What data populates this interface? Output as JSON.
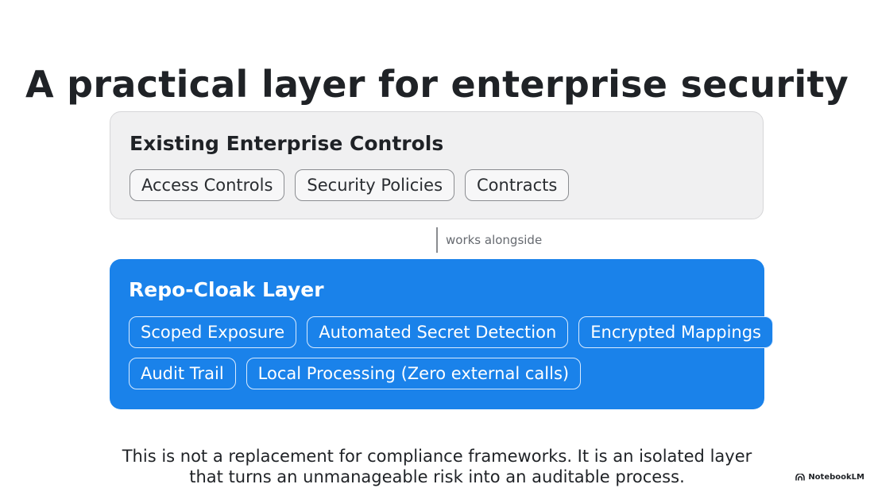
{
  "title": "A practical layer for enterprise security",
  "existing_controls": {
    "heading": "Existing Enterprise Controls",
    "items": [
      "Access Controls",
      "Security Policies",
      "Contracts"
    ]
  },
  "connector": {
    "label": "works alongside"
  },
  "repo_cloak": {
    "heading": "Repo-Cloak Layer",
    "items": [
      "Scoped Exposure",
      "Automated Secret Detection",
      "Encrypted Mappings",
      "Audit Trail",
      "Local Processing (Zero external calls)"
    ]
  },
  "caption": {
    "line1": "This is not a replacement for compliance frameworks. It is an isolated layer",
    "line2": "that turns an unmanageable risk into an auditable process."
  },
  "brand": {
    "name": "NotebookLM",
    "icon": "notebooklm-logo-icon"
  },
  "colors": {
    "accent": "#1a82ea",
    "panel_gray": "#f0f0f1",
    "text": "#1f2226"
  }
}
